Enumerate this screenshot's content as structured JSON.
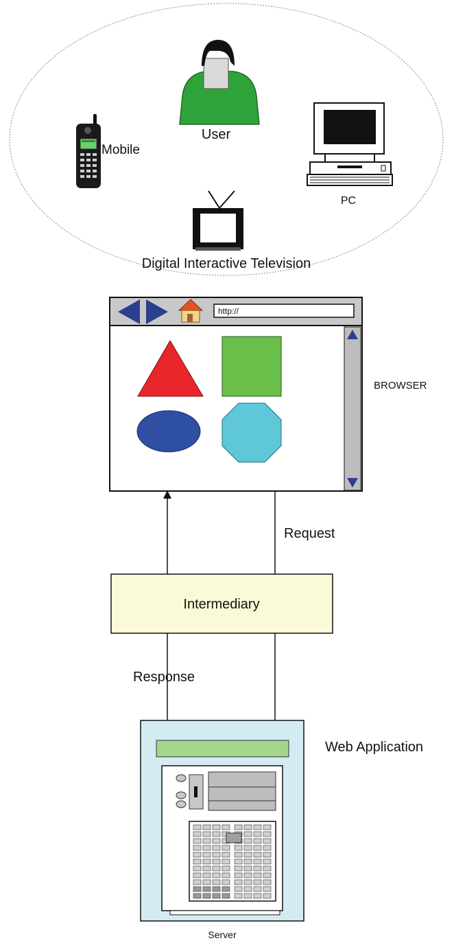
{
  "devices": {
    "user_label": "User",
    "mobile_label": "Mobile",
    "pc_label": "PC",
    "tv_label": "Digital Interactive Television"
  },
  "browser": {
    "label": "BROWSER",
    "url": "http://"
  },
  "flow": {
    "request_label": "Request",
    "response_label": "Response",
    "intermediary_label": "Intermediary"
  },
  "server": {
    "app_label": "Web Application",
    "label": "Server"
  },
  "colors": {
    "user_green": "#2fa33a",
    "triangle_red": "#e8262a",
    "square_green": "#6abf4b",
    "ellipse_blue": "#2f4fa3",
    "octagon_cyan": "#5ec7d8",
    "intermediary_fill": "#fafad9",
    "server_fill": "#d4ebf3",
    "server_bar": "#a3d68a",
    "browser_nav_blue": "#2b3f8f"
  }
}
